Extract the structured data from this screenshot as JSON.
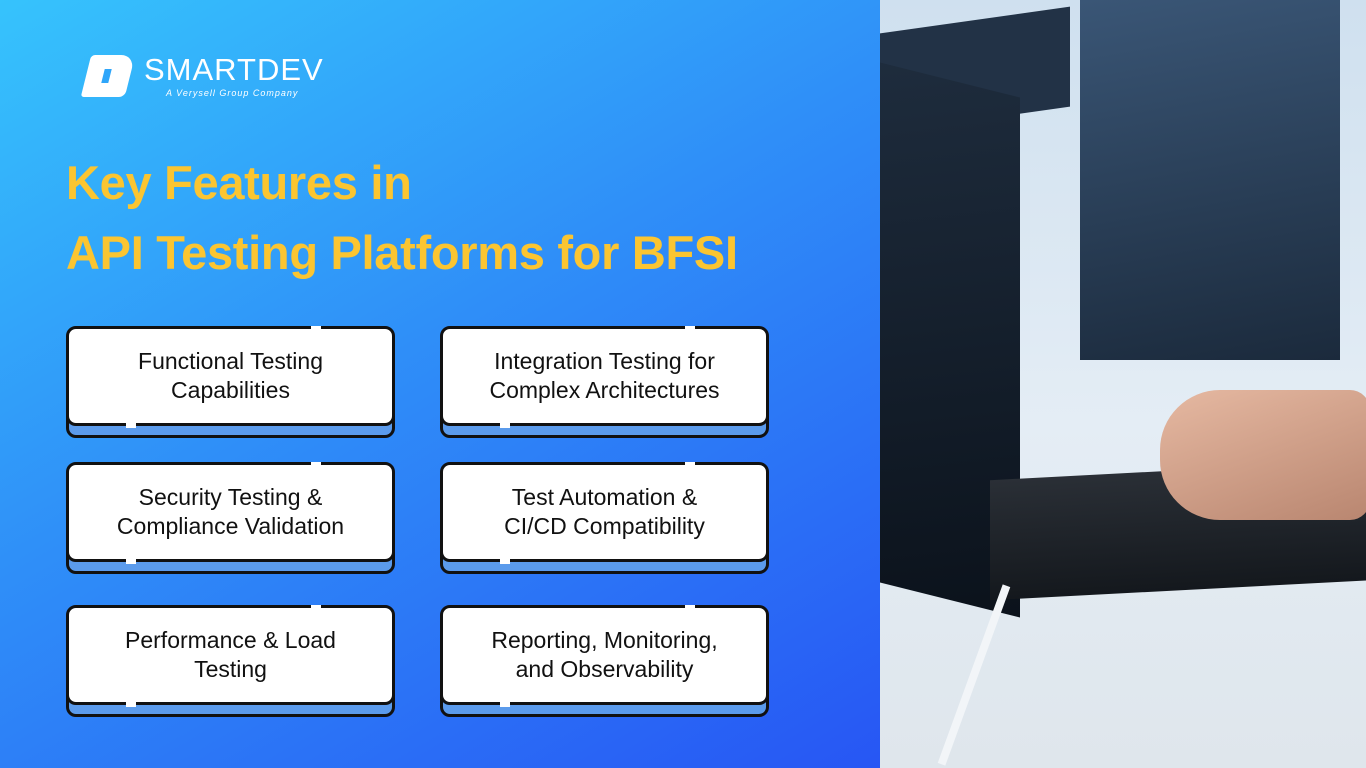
{
  "brand": {
    "name": "SMARTDEV",
    "tagline": "A Verysell Group Company"
  },
  "title": {
    "line1": "Key Features in",
    "line2": "API Testing Platforms for BFSI"
  },
  "cards": [
    {
      "line1": "Functional Testing",
      "line2": "Capabilities"
    },
    {
      "line1": "Integration Testing for",
      "line2": "Complex Architectures"
    },
    {
      "line1": "Security Testing &",
      "line2": "Compliance Validation"
    },
    {
      "line1": "Test Automation &",
      "line2": "CI/CD Compatibility"
    },
    {
      "line1": "Performance & Load",
      "line2": "Testing"
    },
    {
      "line1": "Reporting, Monitoring,",
      "line2": "and Observability"
    }
  ],
  "colors": {
    "title": "#fbc531",
    "bg_start": "#36c3fc",
    "bg_end": "#2756f4",
    "shelf": "#5b9bec"
  }
}
